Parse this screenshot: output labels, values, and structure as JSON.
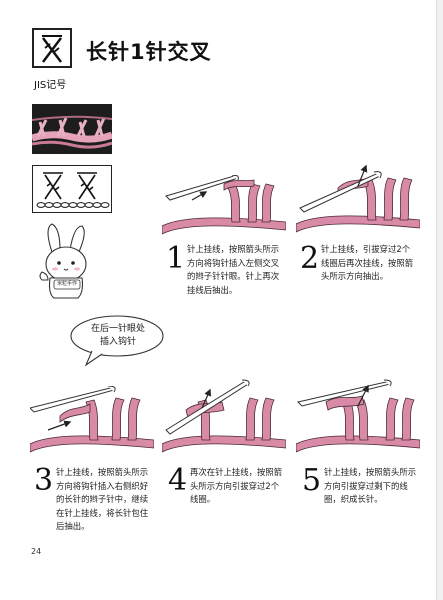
{
  "header": {
    "title": "长针1针交叉",
    "jis_label": "JIS记号"
  },
  "bubble": {
    "line1": "在后一针眼处",
    "line2": "插入钩针"
  },
  "rabbit_tag": "米粒手作",
  "steps": [
    {
      "number": "1",
      "lines": [
        "针上挂线，按照箭头所示",
        "方向将钩针插入左侧交叉",
        "的辫子针针眼。针上再次",
        "挂线后抽出。"
      ]
    },
    {
      "number": "2",
      "lines": [
        "针上挂线，引拔穿过2个",
        "线圈后再次挂线，按照箭",
        "头所示方向抽出。"
      ]
    },
    {
      "number": "3",
      "lines": [
        "针上挂线，按照箭头所示",
        "方向将钩针插入右侧织好",
        "的长针的辫子针中，继续",
        "在针上挂线，将长针包住",
        "后抽出。"
      ]
    },
    {
      "number": "4",
      "lines": [
        "再次在针上挂线，按照箭",
        "头所示方向引拔穿过2个",
        "线圈。"
      ]
    },
    {
      "number": "5",
      "lines": [
        "针上挂线，按照箭头所示",
        "方向引拔穿过剩下的线",
        "圈，织成长针。"
      ]
    }
  ],
  "page_number": "24",
  "colors": {
    "yarn": "#d98aa6",
    "yarn_outline": "#4a2a35",
    "hook": "#ffffff",
    "arrow": "#222222"
  }
}
